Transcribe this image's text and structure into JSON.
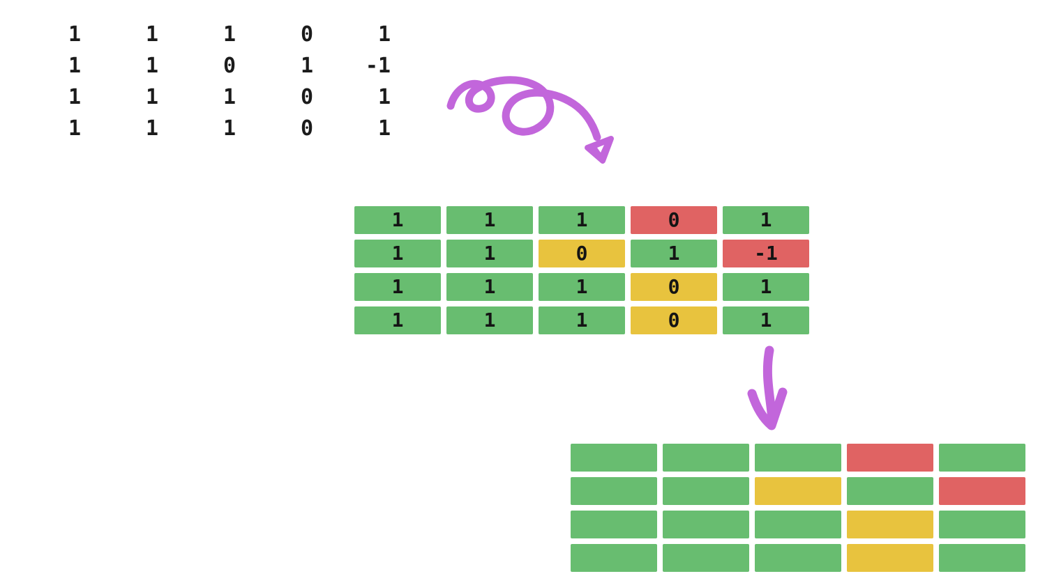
{
  "colors": {
    "green": "#68bd70",
    "red": "#e06363",
    "yellow": "#e8c33e",
    "arrow": "#c266db",
    "text": "#1b1b1b",
    "background": "#ffffff"
  },
  "matrix": {
    "rows": [
      [
        "1",
        "1",
        "1",
        "0",
        "1"
      ],
      [
        "1",
        "1",
        "0",
        "1",
        "-1"
      ],
      [
        "1",
        "1",
        "1",
        "0",
        "1"
      ],
      [
        "1",
        "1",
        "1",
        "0",
        "1"
      ]
    ]
  },
  "labeled_grid": {
    "rows": [
      {
        "cells": [
          {
            "value": "1",
            "color": "green"
          },
          {
            "value": "1",
            "color": "green"
          },
          {
            "value": "1",
            "color": "green"
          },
          {
            "value": "0",
            "color": "red"
          },
          {
            "value": "1",
            "color": "green"
          }
        ]
      },
      {
        "cells": [
          {
            "value": "1",
            "color": "green"
          },
          {
            "value": "1",
            "color": "green"
          },
          {
            "value": "0",
            "color": "yellow"
          },
          {
            "value": "1",
            "color": "green"
          },
          {
            "value": "-1",
            "color": "red"
          }
        ]
      },
      {
        "cells": [
          {
            "value": "1",
            "color": "green"
          },
          {
            "value": "1",
            "color": "green"
          },
          {
            "value": "1",
            "color": "green"
          },
          {
            "value": "0",
            "color": "yellow"
          },
          {
            "value": "1",
            "color": "green"
          }
        ]
      },
      {
        "cells": [
          {
            "value": "1",
            "color": "green"
          },
          {
            "value": "1",
            "color": "green"
          },
          {
            "value": "1",
            "color": "green"
          },
          {
            "value": "0",
            "color": "yellow"
          },
          {
            "value": "1",
            "color": "green"
          }
        ]
      }
    ]
  },
  "plain_grid": {
    "rows": [
      {
        "cells": [
          {
            "color": "green"
          },
          {
            "color": "green"
          },
          {
            "color": "green"
          },
          {
            "color": "red"
          },
          {
            "color": "green"
          }
        ]
      },
      {
        "cells": [
          {
            "color": "green"
          },
          {
            "color": "green"
          },
          {
            "color": "yellow"
          },
          {
            "color": "green"
          },
          {
            "color": "red"
          }
        ]
      },
      {
        "cells": [
          {
            "color": "green"
          },
          {
            "color": "green"
          },
          {
            "color": "green"
          },
          {
            "color": "yellow"
          },
          {
            "color": "green"
          }
        ]
      },
      {
        "cells": [
          {
            "color": "green"
          },
          {
            "color": "green"
          },
          {
            "color": "green"
          },
          {
            "color": "yellow"
          },
          {
            "color": "green"
          }
        ]
      }
    ]
  }
}
